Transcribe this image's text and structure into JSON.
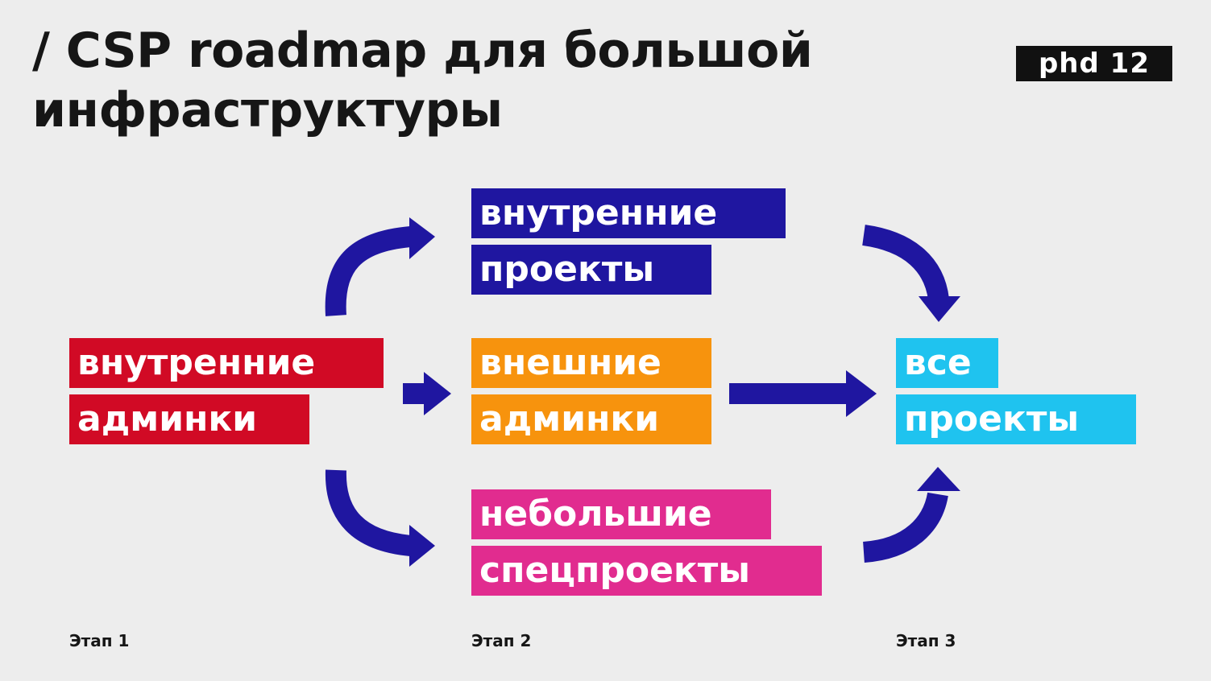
{
  "title": {
    "line1": "/ CSP roadmap для большой",
    "line2": "инфраструктуры"
  },
  "logo": "phd 12",
  "nodes": {
    "internal_admins": {
      "line1": "внутренние",
      "line2": "админки",
      "color": "#d10a25"
    },
    "internal_projects": {
      "line1": "внутренние",
      "line2": "проекты",
      "color": "#1f16a0"
    },
    "external_admins": {
      "line1": "внешние",
      "line2": "админки",
      "color": "#f7930d"
    },
    "small_special": {
      "line1": "небольшие",
      "line2": "спецпроекты",
      "color": "#e12c8f"
    },
    "all_projects": {
      "line1": "все",
      "line2": "проекты",
      "color": "#1fc3ef"
    }
  },
  "arrow_color": "#1f16a0",
  "stages": [
    "Этап 1",
    "Этап 2",
    "Этап 3"
  ]
}
